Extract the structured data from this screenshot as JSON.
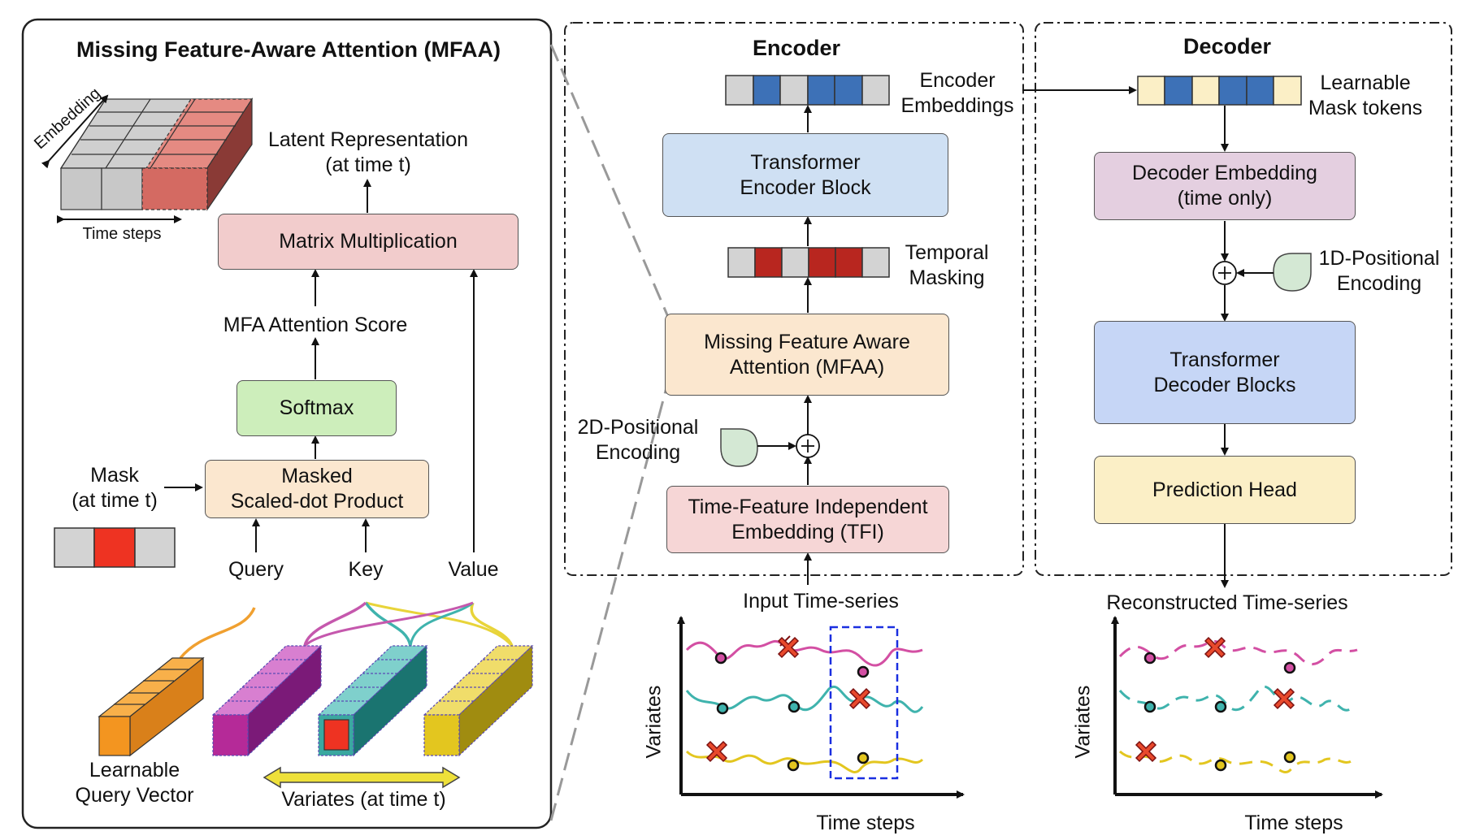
{
  "mfaa": {
    "title": "Missing Feature-Aware Attention (MFAA)",
    "embedding_label": "Embedding",
    "time_steps_label": "Time steps",
    "latent_label": "Latent Representation\n(at time t)",
    "matmul_label": "Matrix Multiplication",
    "score_label": "MFA Attention Score",
    "softmax_label": "Softmax",
    "masked_label": "Masked\nScaled-dot Product",
    "mask_label": "Mask\n(at time t)",
    "query_label": "Query",
    "key_label": "Key",
    "value_label": "Value",
    "query_vector_label": "Learnable\nQuery Vector",
    "variates_label": "Variates (at time t)"
  },
  "encoder": {
    "title": "Encoder",
    "embeddings_label": "Encoder\nEmbeddings",
    "transformer_label": "Transformer\nEncoder Block",
    "temporal_masking_label": "Temporal\nMasking",
    "mfaa_label": "Missing Feature Aware\nAttention (MFAA)",
    "pos_enc_label": "2D-Positional\nEncoding",
    "tfi_label": "Time-Feature Independent\nEmbedding (TFI)",
    "input_label": "Input Time-series"
  },
  "decoder": {
    "title": "Decoder",
    "mask_tokens_label": "Learnable\nMask tokens",
    "embedding_label": "Decoder Embedding\n(time only)",
    "pos_enc_label": "1D-Positional\nEncoding",
    "transformer_label": "Transformer\nDecoder Blocks",
    "prediction_label": "Prediction Head",
    "output_label": "Reconstructed Time-series"
  },
  "plots": {
    "y_label": "Variates",
    "x_label": "Time steps"
  },
  "colors": {
    "matmul": "#f2cccc",
    "softmax": "#cdeebb",
    "masked": "#fbe7cf",
    "transformer_enc": "#cfe0f3",
    "tfi": "#f6d6d6",
    "dec_embedding": "#e4cfe0",
    "transformer_dec": "#c6d6f6",
    "prediction": "#fbefc6",
    "token_blue": "#3d71b7",
    "token_red": "#b8261f",
    "token_gray": "#d3d3d3",
    "token_cream": "#fbefc6",
    "series_pink": "#d34fa3",
    "series_teal": "#3fb3ad",
    "series_yellow": "#e3c61f",
    "missing_marker": "#e8492c"
  }
}
